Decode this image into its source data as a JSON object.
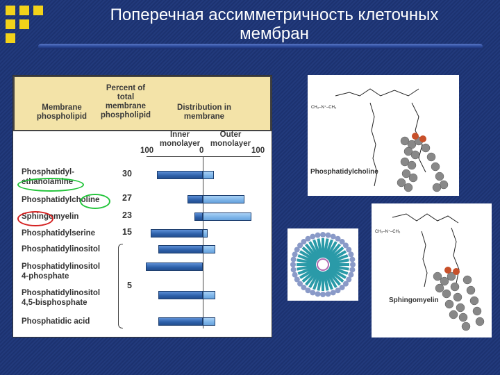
{
  "slide": {
    "title_line1": "Поперечная ассимметричность клеточных",
    "title_line2": "мембран"
  },
  "table": {
    "col_membrane_phospholipid": [
      "Membrane",
      "phospholipid"
    ],
    "col_percent": [
      "Percent of",
      "total",
      "membrane",
      "phospholipid"
    ],
    "col_distribution": [
      "Distribution in",
      "membrane"
    ],
    "inner_label": [
      "Inner",
      "monolayer"
    ],
    "outer_label": [
      "Outer",
      "monolayer"
    ],
    "ticks": [
      "100",
      "0",
      "100"
    ],
    "rows": [
      {
        "label": [
          "Phosphatidyl-",
          "ethanolamine"
        ],
        "percent": "30",
        "inner": 80,
        "outer": 20,
        "highlight": "green"
      },
      {
        "label": [
          "Phosphatidylcholine"
        ],
        "percent": "27",
        "inner": 27,
        "outer": 73,
        "highlight": "green"
      },
      {
        "label": [
          "Sphingomyelin"
        ],
        "percent": "23",
        "inner": 15,
        "outer": 85,
        "highlight": "red"
      },
      {
        "label": [
          "Phosphatidylserine"
        ],
        "percent": "15",
        "inner": 92,
        "outer": 8,
        "highlight": ""
      },
      {
        "label": [
          "Phosphatidylinositol"
        ],
        "percent": "",
        "inner": 78,
        "outer": 22,
        "highlight": ""
      },
      {
        "label": [
          "Phosphatidylinositol",
          "4-phosphate"
        ],
        "percent": "",
        "inner": 100,
        "outer": 0,
        "highlight": ""
      },
      {
        "label": [
          "Phosphatidylinositol",
          "4,5-bisphosphate"
        ],
        "percent": "",
        "inner": 78,
        "outer": 22,
        "highlight": ""
      },
      {
        "label": [
          "Phosphatidic acid"
        ],
        "percent": "",
        "inner": 78,
        "outer": 22,
        "highlight": ""
      }
    ],
    "group_percent": "5"
  },
  "images": {
    "pc_caption": "Phosphatidylcholine",
    "sm_caption": "Sphingomyelin"
  },
  "colors": {
    "title": "#ffffff",
    "logo": "#f2d21a",
    "header_bg": "#f3e3a8",
    "inner_bar": "#2c5fa8",
    "outer_bar": "#7cb4e8",
    "highlight_green": "#22c43a",
    "highlight_red": "#d42020"
  }
}
